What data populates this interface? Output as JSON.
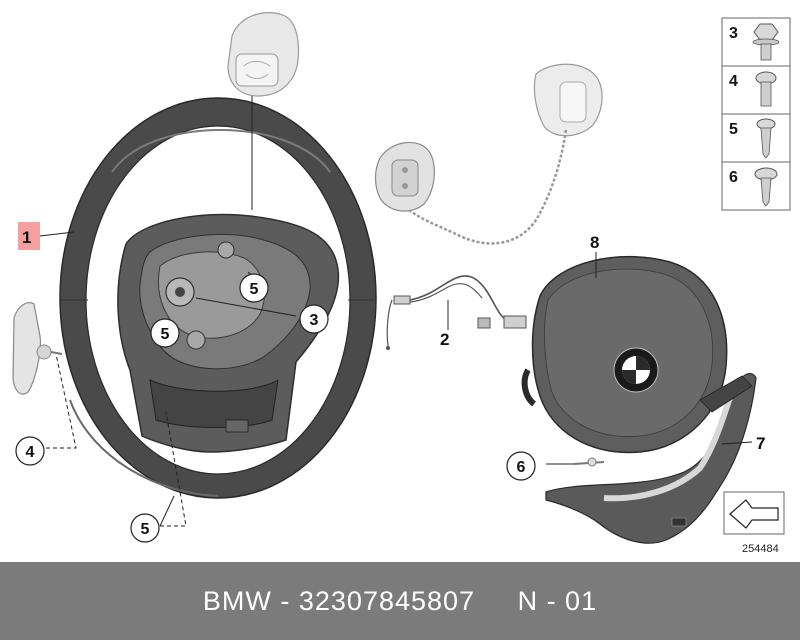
{
  "labels": {
    "steering_wheel": "1",
    "wiring_harness": "2",
    "bolt_center": "3",
    "screw_left": "4",
    "screw_rear_bottom": "5",
    "screw_hub_upper": "5",
    "screw_hub_lower": "5",
    "screw_trim": "6",
    "trim_cover": "7",
    "airbag_module": "8"
  },
  "legend": [
    {
      "number": "3",
      "icon": "hex-flange-bolt-icon"
    },
    {
      "number": "4",
      "icon": "torx-pan-screw-icon"
    },
    {
      "number": "5",
      "icon": "torx-tapping-screw-icon"
    },
    {
      "number": "6",
      "icon": "torx-washer-screw-icon"
    }
  ],
  "reference_number": "254484",
  "footer": {
    "text": "BMW - 32307845807     N - 01"
  },
  "colors": {
    "highlight": "#f4a0a0",
    "footer_bg": "#7b7b7b",
    "rim": "#4a4a4a",
    "part_fill": "#e6e6e6"
  }
}
